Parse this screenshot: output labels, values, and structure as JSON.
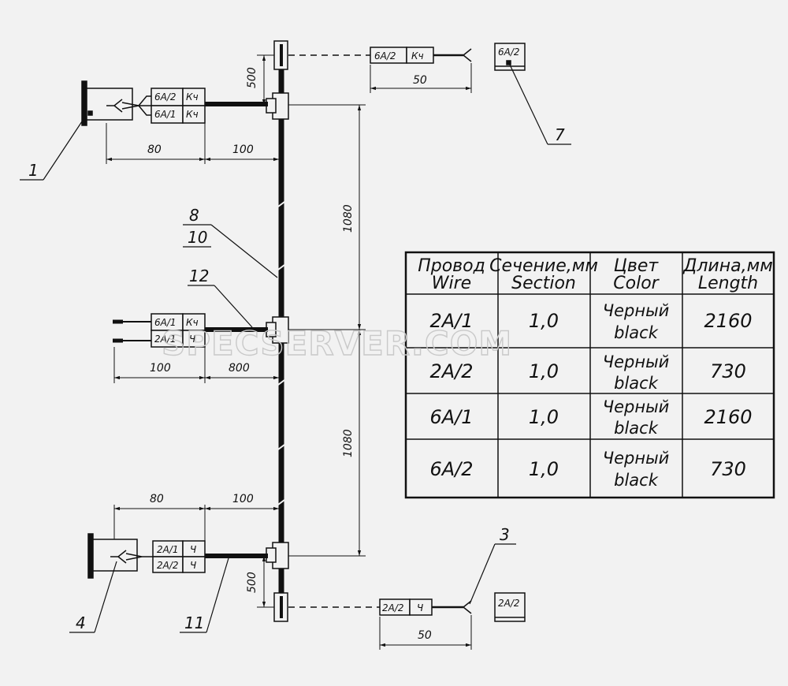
{
  "connectors": {
    "c7_top": {
      "wire": "6A/2",
      "color": "Кч"
    },
    "c1_a": {
      "wire": "6A/2",
      "color": "Кч"
    },
    "c1_b": {
      "wire": "6A/1",
      "color": "Кч"
    },
    "mid_a": {
      "wire": "6A/1",
      "color": "Кч"
    },
    "mid_b": {
      "wire": "2A/1",
      "color": "Ч"
    },
    "c4_a": {
      "wire": "2A/1",
      "color": "Ч"
    },
    "c4_b": {
      "wire": "2A/2",
      "color": "Ч"
    },
    "c3_bottom": {
      "wire": "2A/2",
      "color": "Ч"
    }
  },
  "tags": {
    "top": "6A/2",
    "bottom": "2A/2"
  },
  "dimensions": {
    "top_vertical": "500",
    "top_horizontal": "50",
    "left1_a": "80",
    "left1_b": "100",
    "trunk_upper": "1080",
    "trunk_lower": "1080",
    "mid_a": "100",
    "mid_b": "800",
    "left4_a": "80",
    "left4_b": "100",
    "bottom_vertical": "500",
    "bottom_horizontal": "50"
  },
  "callouts": {
    "c1": "1",
    "c3": "3",
    "c4": "4",
    "c7": "7",
    "c8": "8",
    "c10": "10",
    "c11": "11",
    "c12": "12"
  },
  "table": {
    "headers": [
      [
        "Провод",
        "Wire"
      ],
      [
        "Сечение,мм",
        "Section"
      ],
      [
        "Цвет",
        "Color"
      ],
      [
        "Длина,мм",
        "Length"
      ]
    ],
    "rows": [
      {
        "wire": "2A/1",
        "section": "1,0",
        "color_ru": "Черный",
        "color_en": "black",
        "length": "2160"
      },
      {
        "wire": "2A/2",
        "section": "1,0",
        "color_ru": "Черный",
        "color_en": "black",
        "length": "730"
      },
      {
        "wire": "6A/1",
        "section": "1,0",
        "color_ru": "Черный",
        "color_en": "black",
        "length": "2160"
      },
      {
        "wire": "6A/2",
        "section": "1,0",
        "color_ru": "Черный",
        "color_en": "black",
        "length": "730"
      }
    ]
  },
  "watermark": "SPECSERVER.COM"
}
